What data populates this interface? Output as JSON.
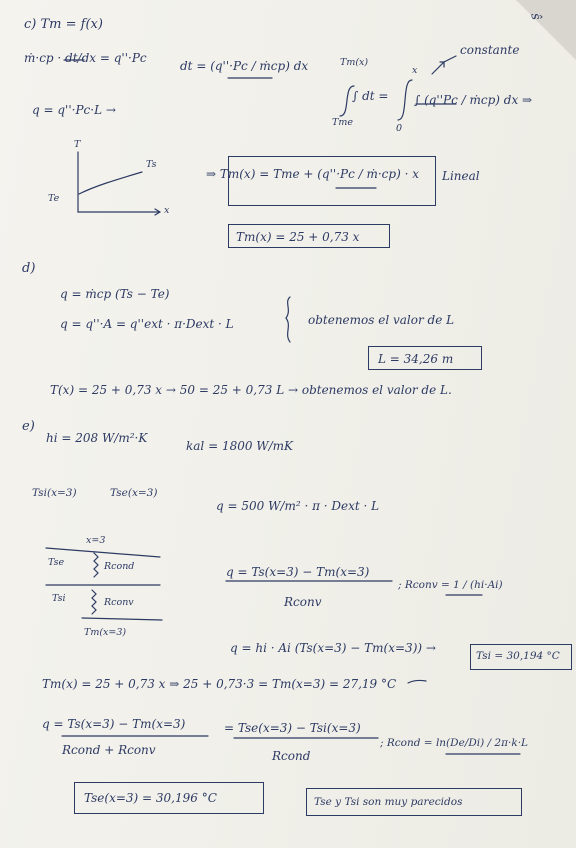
{
  "page_corner": "ŝ",
  "section_c": {
    "heading": "c)   Tm = f(x)",
    "energy_balance": "ṁ·cp · dt/dx  = q''·Pc",
    "dt_expr": "dt = (q''·Pc / ṁcp) dx",
    "integral_upper": "Tm(x)",
    "integral_lower": "Tme",
    "integral_dt": "∫ dt =",
    "integral2_upper": "x",
    "integral2_lower": "0",
    "integral2_body": "∫ (q''Pc / ṁcp) dx  ⇒",
    "constant_note": "constante",
    "q_eq": "q = q''·Pc·L  →",
    "graph_T": "T",
    "graph_Ts": "Ts",
    "graph_Te": "Te",
    "graph_x": "x",
    "result_formula": "⇒  Tm(x) = Tme + (q''·Pc / ṁ·cp) · x",
    "linear_note": "Lineal",
    "result_numeric": "Tm(x) = 25 + 0,73 x"
  },
  "section_d": {
    "heading": "d)",
    "eq1": "q = ṁcp (Ts − Te)",
    "eq2": "q = q''·A = q''ext · π·Dext · L",
    "obtain_note": "obtenemos el valor de L",
    "L_result": "L = 34,26 m",
    "line_conclusion": "T(x) = 25 + 0,73 x  → 50 = 25 + 0,73 L  → obtenemos el valor de L."
  },
  "section_e": {
    "heading": "e)",
    "hi": "hi = 208 W/m²·K",
    "kal": "kal = 1800 W/mK",
    "tsi_label": "Tsi(x=3)",
    "tse_label": "Tse(x=3)",
    "q_flux": "q = 500 W/m² · π · Dext · L",
    "circuit_x": "x=3",
    "circuit_tse": "Tse",
    "circuit_tsi": "Tsi",
    "circuit_rcond": "Rcond",
    "circuit_rconv": "Rconv",
    "circuit_tm": "Tm(x=3)",
    "q_eq_num": "q = Ts(x=3) − Tm(x=3)",
    "q_eq_den": "Rconv",
    "rconv_eq": "; Rconv = 1 / (hi·Ai)",
    "q_conv": "q = hi · Ai (Ts(x=3) − Tm(x=3))  →",
    "tsi_result": "Tsi = 30,194 °C",
    "tm_line": "Tm(x) = 25 + 0,73 x  ⇒  25 + 0,73·3 = Tm(x=3) = 27,19 °C",
    "q_final_num": "q = Ts(x=3) − Tm(x=3)",
    "q_final_den": "Rcond + Rconv",
    "eq_mid_num": "= Tse(x=3) − Tsi(x=3)",
    "eq_mid_den": "Rcond",
    "rcond_eq": "; Rcond = ln(De/Di) / 2π·k·L",
    "tse_result": "Tse(x=3) = 30,196 °C",
    "comparison_note": "Tse y Tsi son muy parecidos"
  }
}
